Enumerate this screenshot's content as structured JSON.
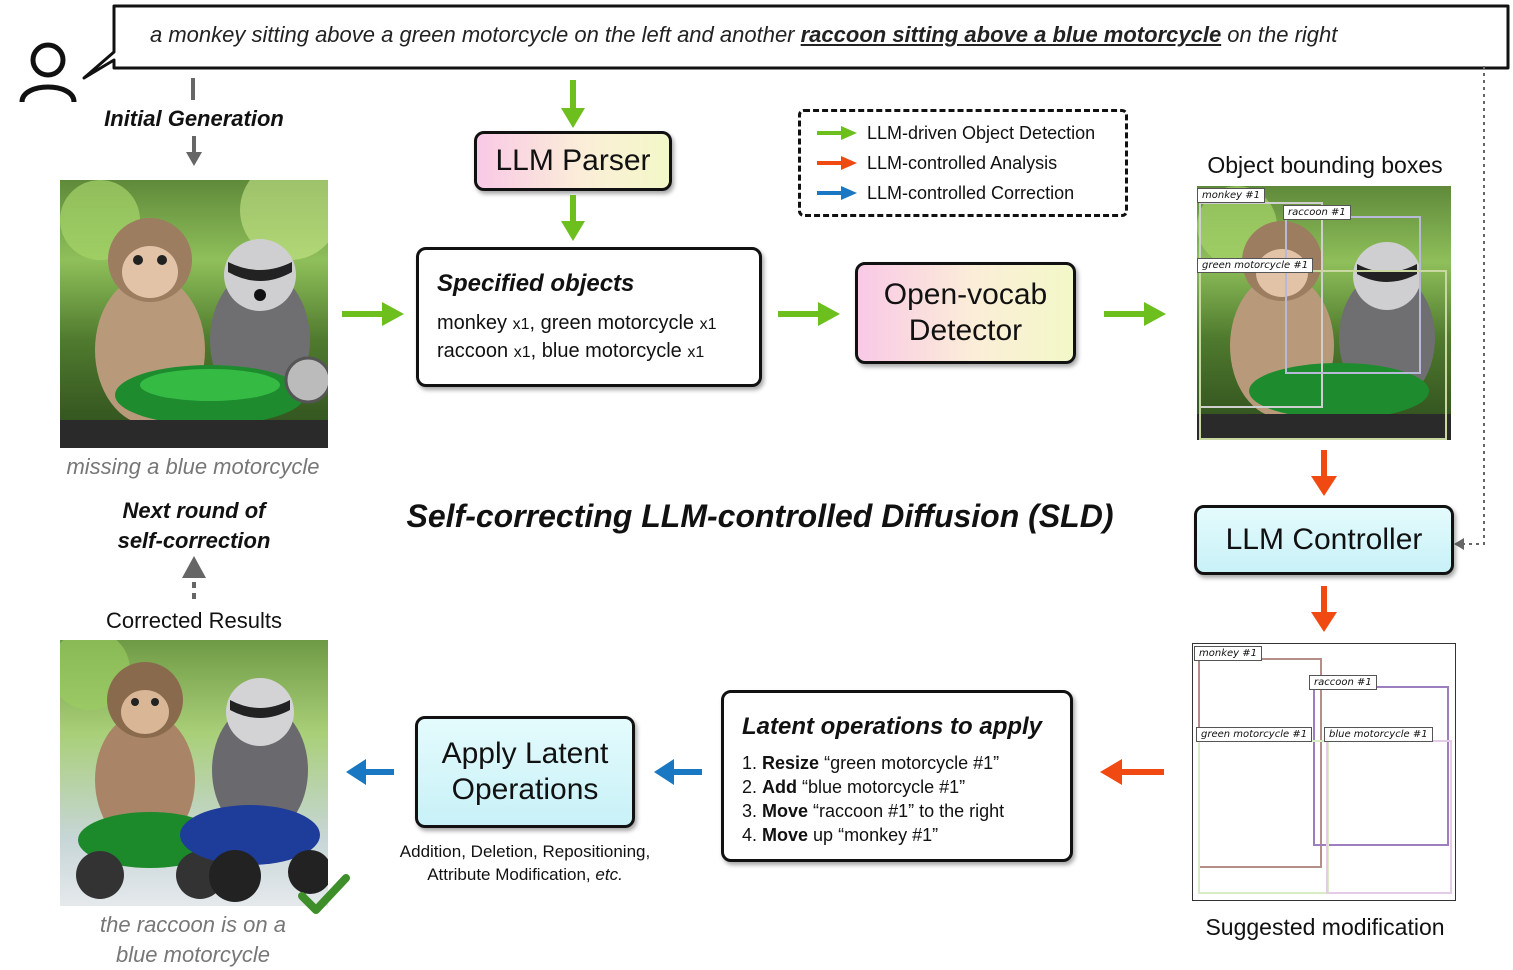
{
  "prompt": {
    "before": "a monkey sitting above a green motorcycle on the left and another ",
    "emphasis": "raccoon sitting above a blue motorcycle",
    "after": " on the right"
  },
  "labels": {
    "initial_generation": "Initial Generation",
    "missing_caption": "missing a blue motorcycle",
    "next_round_line1": "Next round of",
    "next_round_line2": "self-correction",
    "corrected_results": "Corrected Results",
    "raccoon_caption_line1": "the raccoon is on a",
    "raccoon_caption_line2": "blue motorcycle",
    "center_title": "Self-correcting LLM-controlled Diffusion (SLD)",
    "object_bboxes_title": "Object bounding boxes",
    "suggested_modification": "Suggested modification",
    "operations_caption_line1": "Addition, Deletion, Repositioning,",
    "operations_caption_line2": "Attribute Modification, ",
    "operations_caption_etc": "etc."
  },
  "boxes": {
    "llm_parser": "LLM Parser",
    "detector_line1": "Open-vocab",
    "detector_line2": "Detector",
    "llm_controller": "LLM Controller",
    "apply_line1": "Apply Latent",
    "apply_line2": "Operations"
  },
  "specified_objects": {
    "title": "Specified objects",
    "line1": [
      {
        "name": "monkey",
        "count": "x1",
        "sep": ", "
      },
      {
        "name": "green motorcycle",
        "count": "x1",
        "sep": ""
      }
    ],
    "line2": [
      {
        "name": "raccoon",
        "count": "x1",
        "sep": ", "
      },
      {
        "name": "blue motorcycle",
        "count": "x1",
        "sep": ""
      }
    ]
  },
  "latent_ops": {
    "title": "Latent operations to apply",
    "items": [
      {
        "num": "1.",
        "verb": "Resize",
        "rest": " “green motorcycle #1”"
      },
      {
        "num": "2.",
        "verb": "Add",
        "rest": " “blue motorcycle #1”"
      },
      {
        "num": "3.",
        "verb": "Move",
        "rest": " “raccoon #1” to the right"
      },
      {
        "num": "4.",
        "verb": "Move",
        "rest": " up “monkey #1”"
      }
    ]
  },
  "legend": {
    "items": [
      {
        "label": "LLM-driven Object Detection",
        "color": "#6cbf1c"
      },
      {
        "label": "LLM-controlled Analysis",
        "color": "#f04a12"
      },
      {
        "label": "LLM-controlled Correction",
        "color": "#1a78c2"
      }
    ]
  },
  "detections": {
    "monkey": "monkey #1",
    "raccoon": "raccoon #1",
    "green_motorcycle": "green motorcycle #1"
  },
  "suggested": {
    "monkey": "monkey #1",
    "raccoon": "raccoon #1",
    "green_motorcycle": "green motorcycle #1",
    "blue_motorcycle": "blue motorcycle #1"
  },
  "colors": {
    "green": "#6cbf1c",
    "red": "#f04a12",
    "blue": "#1a78c2",
    "gray": "#666666"
  }
}
